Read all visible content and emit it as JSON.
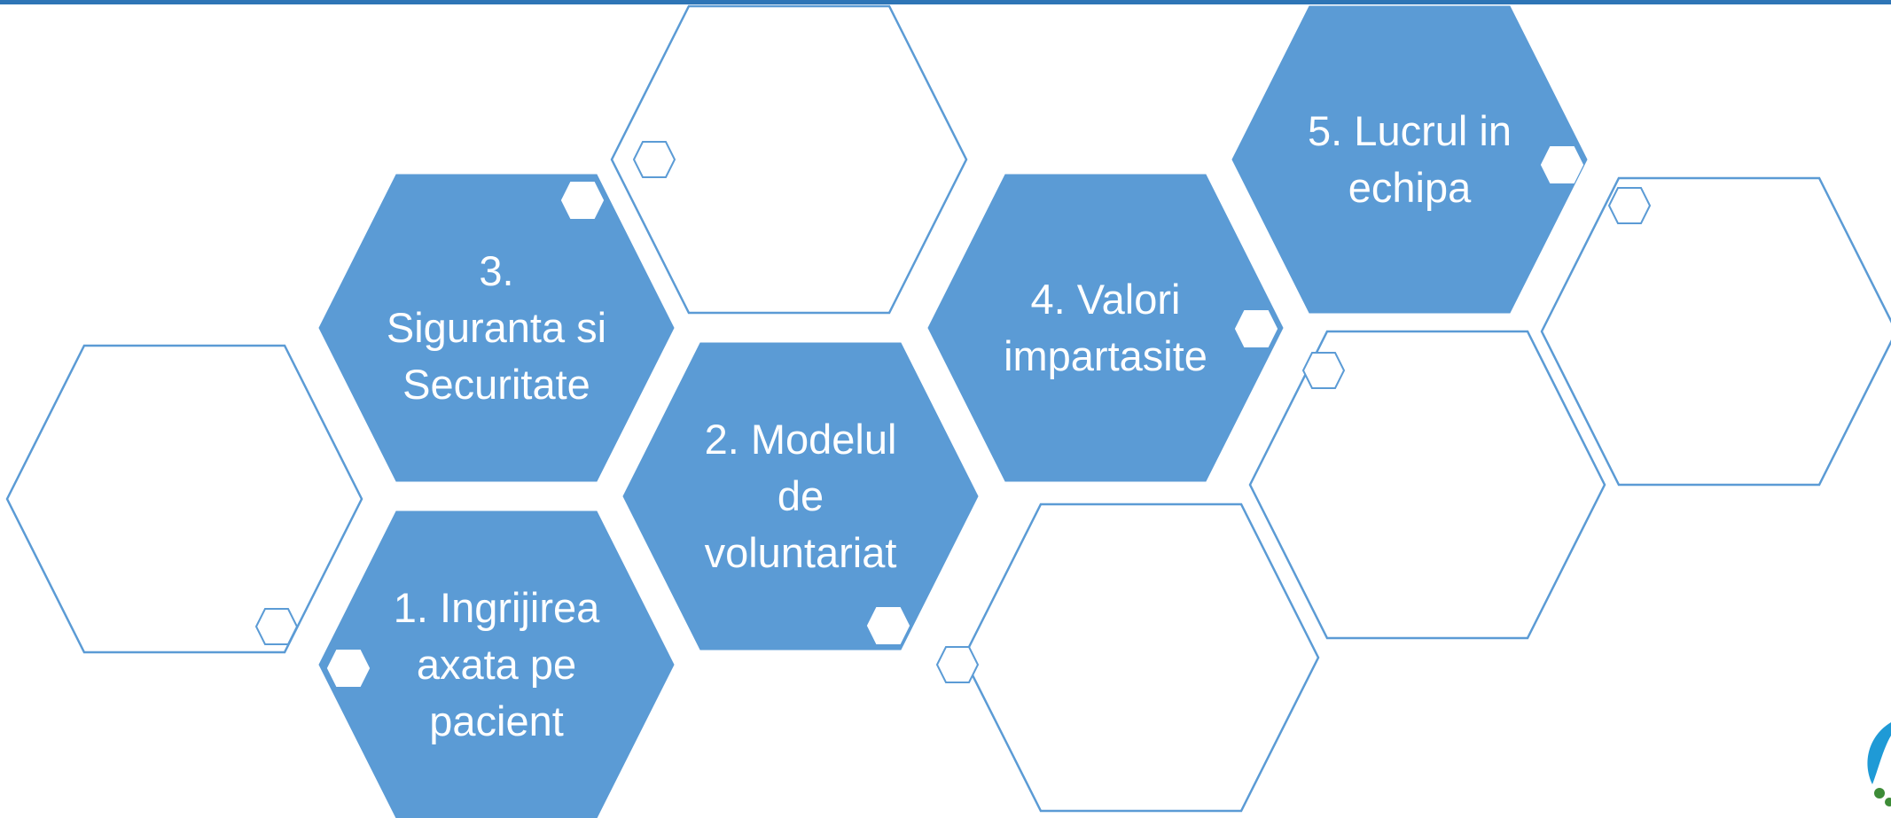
{
  "colors": {
    "primary": "#5b9bd5",
    "outline": "#5b9bd5",
    "label_text": "#ffffff",
    "top_bar": "#2e75b6",
    "logo_blue": "#1f9ad6",
    "logo_green": "#3d8b37"
  },
  "hexagons": {
    "filled": [
      {
        "id": "hex-1",
        "label": "1. Ingrijirea\naxata pe\npacient"
      },
      {
        "id": "hex-2",
        "label": "2. Modelul\nde\nvoluntariat"
      },
      {
        "id": "hex-3",
        "label": "3.\nSiguranta si\nSecuritate"
      },
      {
        "id": "hex-4",
        "label": "4. Valori\nimpartasite"
      },
      {
        "id": "hex-5",
        "label": "5. Lucrul in\nechipa"
      }
    ]
  }
}
